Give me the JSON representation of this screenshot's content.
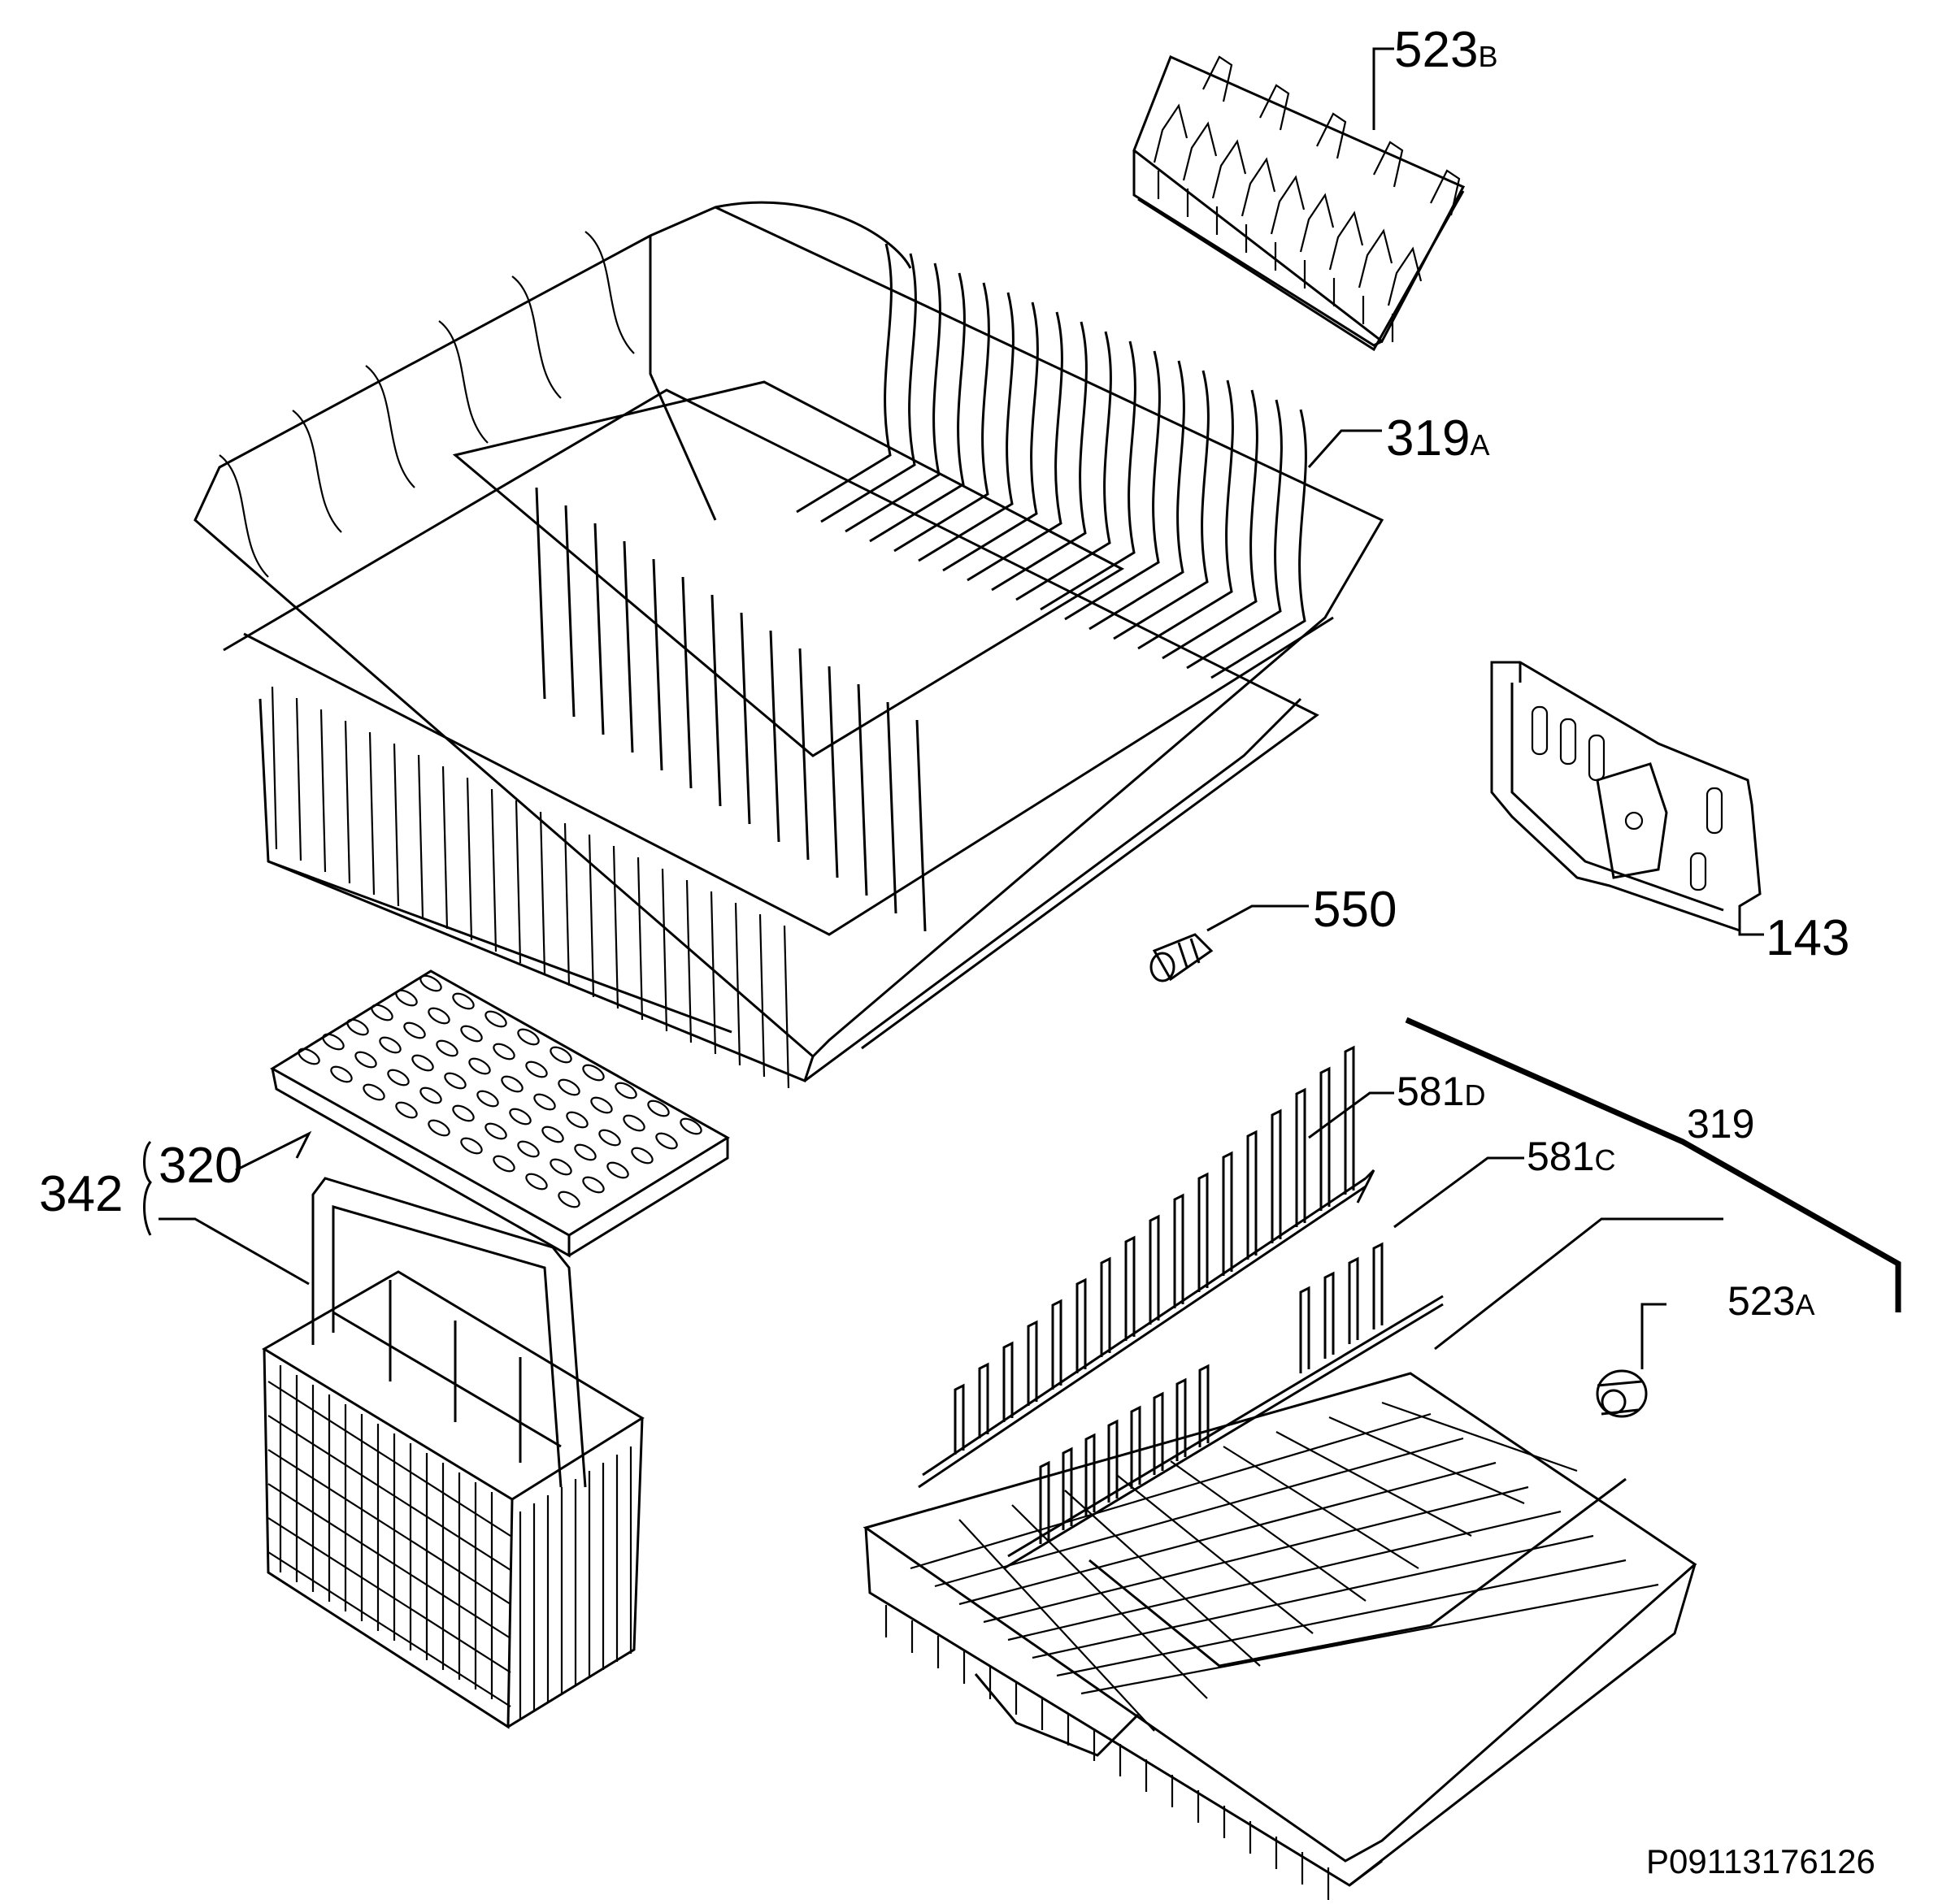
{
  "labels": {
    "l523b": {
      "num": "523",
      "suffix": "B"
    },
    "l319a": {
      "num": "319",
      "suffix": "A"
    },
    "l550": {
      "num": "550"
    },
    "l143": {
      "num": "143"
    },
    "l581d": {
      "num": "581",
      "suffix": "D"
    },
    "l581c": {
      "num": "581",
      "suffix": "C"
    },
    "l319": {
      "num": "319"
    },
    "l523a": {
      "num": "523",
      "suffix": "A"
    },
    "l342": {
      "num": "342"
    },
    "l320": {
      "num": "320"
    }
  },
  "drawing_code": "P09113176126",
  "colors": {
    "ink": "#000000",
    "background": "#ffffff"
  }
}
